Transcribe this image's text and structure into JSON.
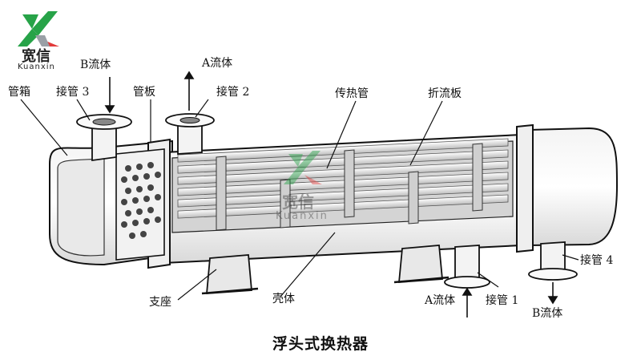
{
  "brand": {
    "name_cn": "宽信",
    "name_en": "Kuanxin",
    "colors": {
      "green": "#27a348",
      "red": "#e23b3b",
      "grey": "#9aa0a6"
    }
  },
  "labels": {
    "tube_box": "管箱",
    "nozzle_3": "接管 3",
    "fluid_b_top": "B流体",
    "tube_sheet": "管板",
    "fluid_a_top": "A流体",
    "nozzle_2": "接管 2",
    "heat_tubes": "传热管",
    "baffle": "折流板",
    "support": "支座",
    "shell": "壳体",
    "fluid_a_bottom": "A流体",
    "nozzle_1": "接管 1",
    "nozzle_4": "接管 4",
    "fluid_b_bottom": "B流体"
  },
  "caption": "浮头式换热器"
}
